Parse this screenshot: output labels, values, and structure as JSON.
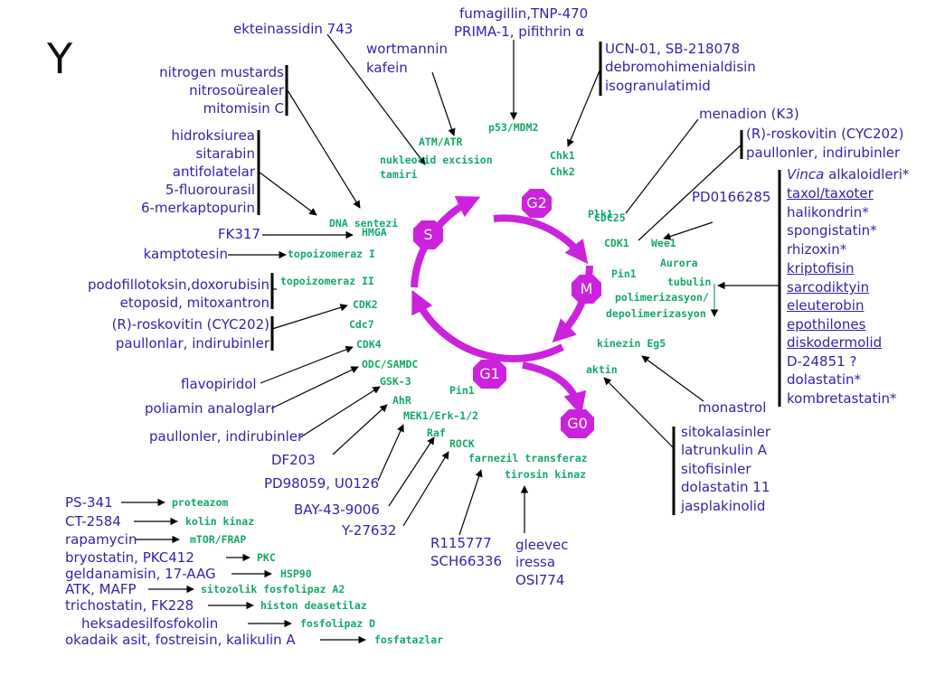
{
  "slide_letter": "Y",
  "phases": {
    "g2": "G2",
    "s": "S",
    "m": "M",
    "g1": "G1",
    "g0": "G0"
  },
  "drugs": {
    "ekteinassidin": "ekteinassidin 743",
    "fumagillin": "fumagillin,TNP-470",
    "prima": "PRIMA-1, pifithrin",
    "alpha": "α",
    "wortmannin": "wortmannin",
    "kafein": "kafein",
    "ucn": "UCN-01, SB-218078",
    "debromo": "debromohimenialdisin",
    "isogranula": "isogranulatimid",
    "nitrogen": "nitrogen mustards",
    "nitroso": "nitrosoürealer",
    "mitomisin": "mitomisin C",
    "menadion": "menadion (K3)",
    "roskovitin_top": "(R)-roskovitin (CYC202)",
    "paullonler_top": "paullonler, indirubinler",
    "hidroksiurea": "hidroksiurea",
    "sitarabin": "sitarabin",
    "antifolatelar": "antifolatelar",
    "fluorourasil": "5-fluorourasil",
    "merkaptopurin": "6-merkaptopurin",
    "pd0166285": "PD0166285",
    "vinca_word": "Vinca",
    "vinca_rest": " alkaloidleri*",
    "taxol": "taxol/taxoter",
    "halikondrin": "halikondrin*",
    "spongistatin": "spongistatin*",
    "rhizoxin": "rhizoxin*",
    "kriptofisin": "kriptofisin",
    "sarcodiktyin": "sarcodiktyin",
    "eleuterobin": "eleuterobin",
    "epothilones": "epothilones",
    "diskodermolid": "diskodermolid",
    "d24851": "D-24851 ?",
    "dolastatin": "dolastatin*",
    "kombretastatin": "kombretastatin*",
    "fk317": "FK317",
    "kamptotesin": "kamptotesin",
    "podofillotoksin": "podofillotoksin,doxorubisin",
    "etoposid": "etoposid, mitoxantron",
    "roskovitin_left": "(R)-roskovitin (CYC202)",
    "paullonlar": "paullonlar, indirubinler",
    "flavopiridol": "flavopiridol",
    "poliamin": "poliamin analogları",
    "paullonler_low": "paullonler, indirubinler",
    "monastrol": "monastrol",
    "sitokalasinler": "sitokalasinler",
    "latrunkulin": "latrunkulin A",
    "sitofisinler": "sitofisinler",
    "dolastatin11": "dolastatin 11",
    "jasplakinolid": "jasplakinolid",
    "df203": "DF203",
    "pd98059": "PD98059, U0126",
    "bay": "BAY-43-9006",
    "y27632": "Y-27632",
    "r115777": "R115777",
    "sch66336": "SCH66336",
    "gleevec": "gleevec",
    "iressa": "iressa",
    "osi774": "OSI774"
  },
  "targets": {
    "p53": "p53/MDM2",
    "atm": "ATM/ATR",
    "nuk1": "nukleotid excision",
    "nuk2": "tamiri",
    "chk1": "Chk1",
    "chk2": "Chk2",
    "plk1": "Plk1",
    "dna": "DNA sentezi",
    "cdc25": "CDC25",
    "hmga": "HMGA",
    "cdk1": "CDK1",
    "wee1": "Wee1",
    "aurora": "Aurora",
    "topo1": "topoizomeraz I",
    "topo2": "topoizomeraz II",
    "pin1_top": "Pin1",
    "tubulin": "tubulin",
    "polim": "polimerizasyon/",
    "depolim": "depolimerizasyon",
    "cdk2": "CDK2",
    "cdc7": "Cdc7",
    "cdk4": "CDK4",
    "kinezin": "kinezin Eg5",
    "odc": "ODC/SAMDC",
    "aktin": "aktin",
    "gsk": "GSK-3",
    "pin1_low": "Pin1",
    "ahr": "AhR",
    "mek": "MEK1/Erk-1/2",
    "raf": "Raf",
    "rock": "ROCK",
    "farnezil": "farnezil transferaz",
    "tirosin": "tirosin kinaz"
  },
  "bottom_list": [
    {
      "drug": "PS-341",
      "target": "proteazom"
    },
    {
      "drug": "CT-2584",
      "target": "kolin kinaz"
    },
    {
      "drug": "rapamycin",
      "target": "mTOR/FRAP"
    },
    {
      "drug": "bryostatin, PKC412",
      "target": "PKC"
    },
    {
      "drug": "geldanamisin, 17-AAG",
      "target": "HSP90"
    },
    {
      "drug": "ATK, MAFP",
      "target": "sitozolik fosfolipaz A2"
    },
    {
      "drug": "trichostatin, FK228",
      "target": "histon deasetilaz"
    },
    {
      "drug": "heksadesilfosfokolin",
      "target": "fosfolipaz D"
    },
    {
      "drug": "okadaik asit, fostreisin, kalikulin A",
      "target": "fosfatazlar"
    }
  ],
  "colors": {
    "cycle": "#cc22dd",
    "drug_text": "#3a1ea6",
    "target_text": "#14a868",
    "lines": "#000000"
  }
}
